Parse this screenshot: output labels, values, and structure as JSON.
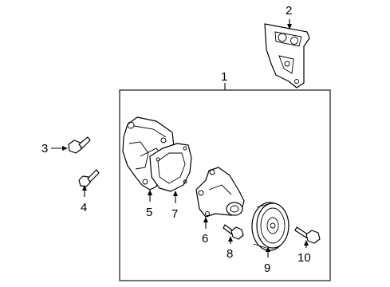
{
  "diagram": {
    "callouts": [
      {
        "id": "1",
        "text": "1"
      },
      {
        "id": "2",
        "text": "2"
      },
      {
        "id": "3",
        "text": "3"
      },
      {
        "id": "4",
        "text": "4"
      },
      {
        "id": "5",
        "text": "5"
      },
      {
        "id": "6",
        "text": "6"
      },
      {
        "id": "7",
        "text": "7"
      },
      {
        "id": "8",
        "text": "8"
      },
      {
        "id": "9",
        "text": "9"
      },
      {
        "id": "10",
        "text": "10"
      }
    ],
    "parts": [
      {
        "callout": "1",
        "icon": "assembly-box-outline"
      },
      {
        "callout": "2",
        "icon": "bracket-icon"
      },
      {
        "callout": "3",
        "icon": "bolt-icon"
      },
      {
        "callout": "4",
        "icon": "bolt-icon"
      },
      {
        "callout": "5",
        "icon": "pump-housing-icon"
      },
      {
        "callout": "6",
        "icon": "water-pump-icon"
      },
      {
        "callout": "7",
        "icon": "gasket-icon"
      },
      {
        "callout": "8",
        "icon": "bolt-icon"
      },
      {
        "callout": "9",
        "icon": "pulley-icon"
      },
      {
        "callout": "10",
        "icon": "bolt-icon"
      }
    ]
  }
}
